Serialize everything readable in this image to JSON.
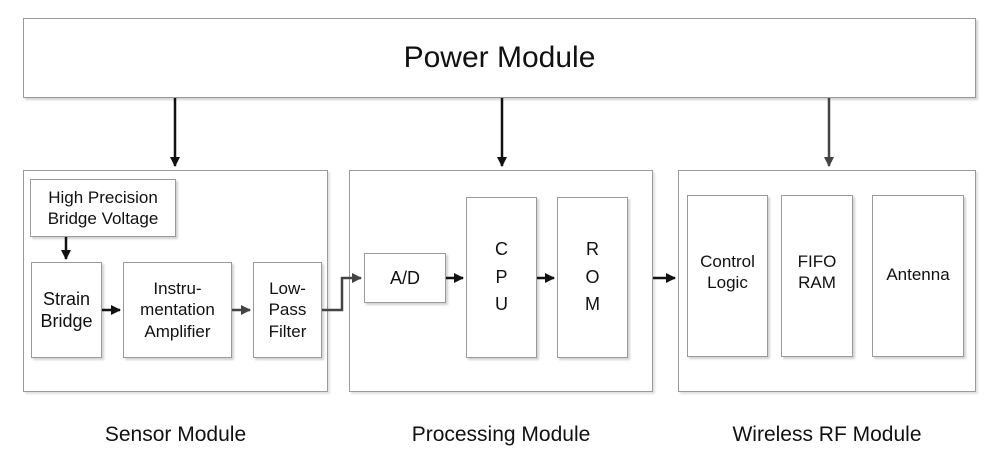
{
  "power_module": {
    "label": "Power Module"
  },
  "sensor_module": {
    "label": "Sensor Module",
    "blocks": {
      "bridge_voltage": "High Precision\nBridge Voltage",
      "strain_bridge": "Strain\nBridge",
      "amplifier": "Instru-\nmentation\nAmplifier",
      "filter": "Low-\nPass\nFilter"
    }
  },
  "processing_module": {
    "label": "Processing Module",
    "blocks": {
      "ad": "A/D",
      "cpu": "C\nP\nU",
      "rom": "R\nO\nM"
    }
  },
  "wireless_module": {
    "label": "Wireless RF Module",
    "blocks": {
      "control_logic": "Control\nLogic",
      "fifo_ram": "FIFO\nRAM",
      "antenna": "Antenna"
    }
  }
}
